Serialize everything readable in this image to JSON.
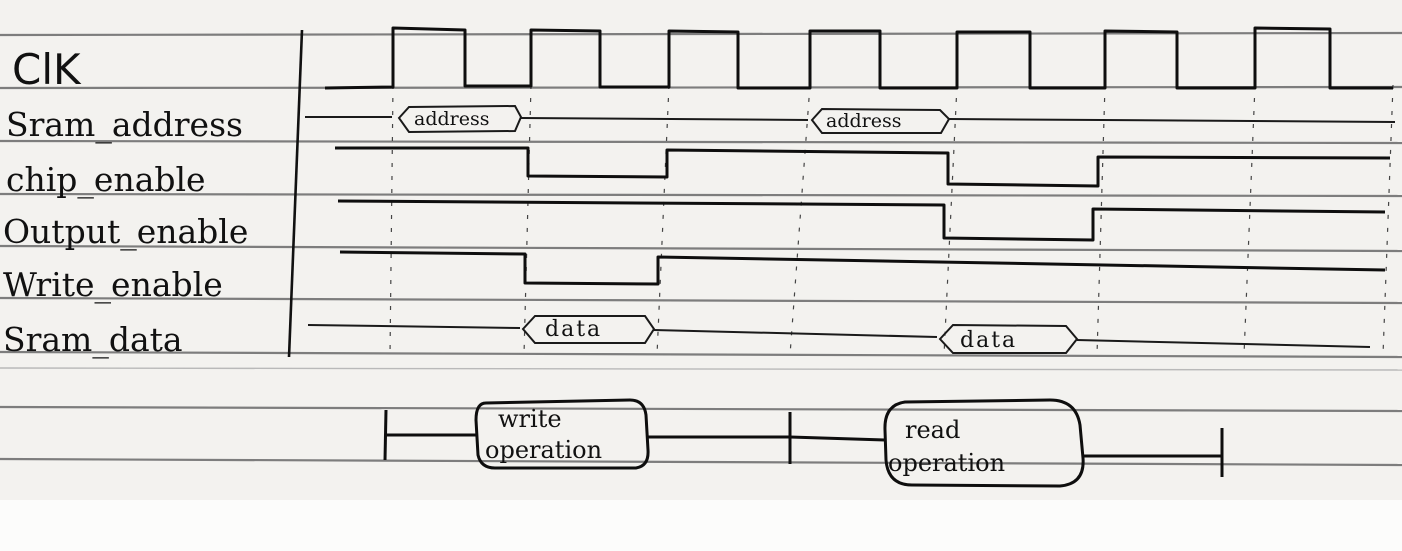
{
  "signals": {
    "clk": "ClK",
    "sram_address": "Sram_address",
    "chip_enable": "chip_enable",
    "output_enable": "Output_enable",
    "write_enable": "Write_enable",
    "sram_data": "Sram_data"
  },
  "bus_tags": {
    "address_1": "address",
    "address_2": "address",
    "data_1": "data",
    "data_2": "data"
  },
  "operations": {
    "write_line1": "write",
    "write_line2": "operation",
    "read_line1": "read",
    "read_line2": "operation"
  }
}
